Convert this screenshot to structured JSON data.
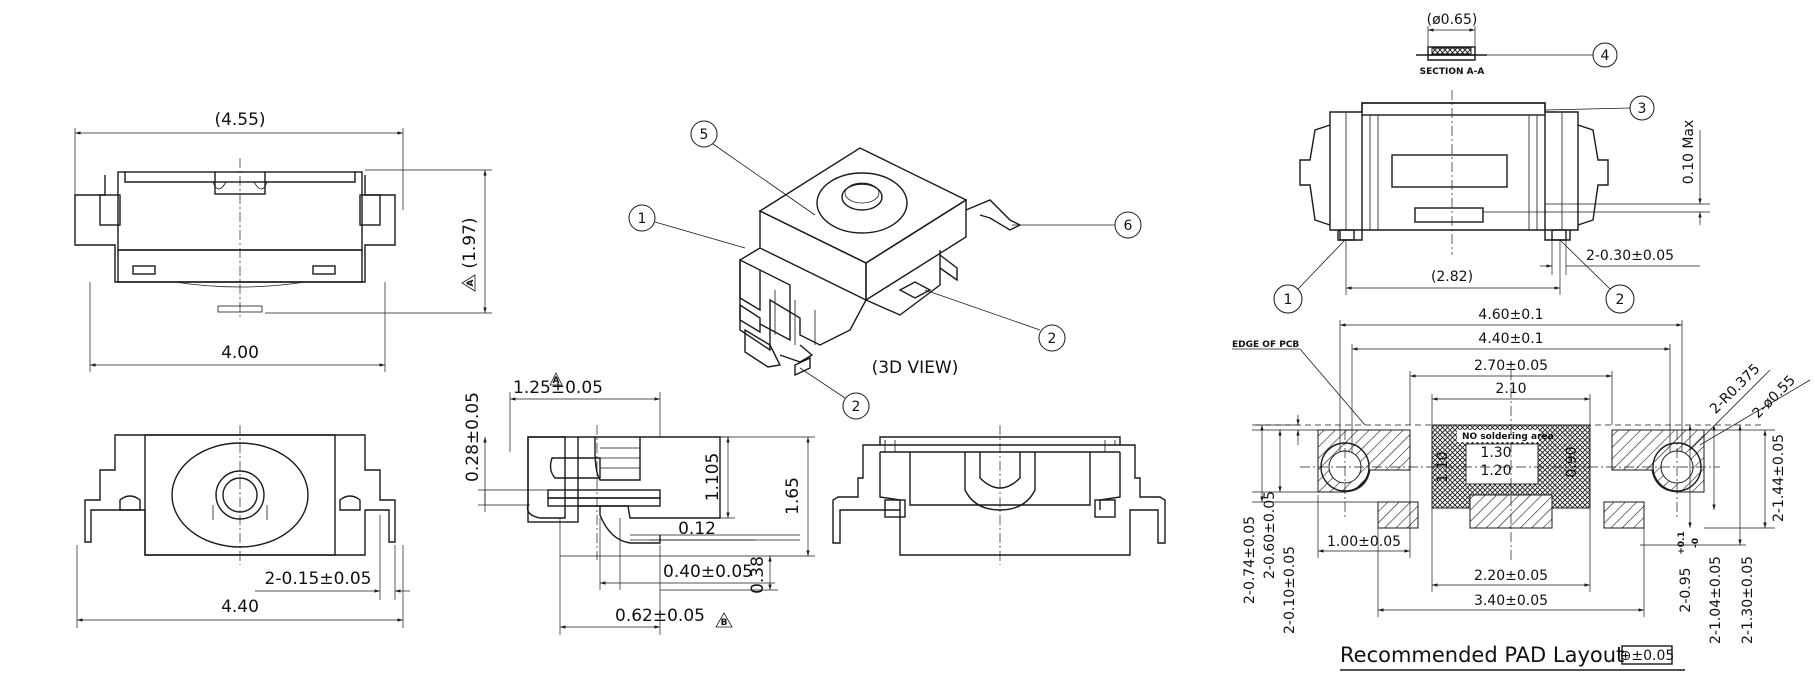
{
  "top_view": {
    "dim_width_ref": "(4.55)",
    "dim_width": "4.00",
    "dim_height_ref": "(1.97)",
    "height_flag": "A"
  },
  "bottom_view": {
    "dim_width": "4.40",
    "dim_terminal": "2-0.15±0.05"
  },
  "view_3d": {
    "label": "(3D VIEW)",
    "callouts": [
      "1",
      "5",
      "6",
      "2",
      "2"
    ]
  },
  "side_view": {
    "dim_125": "1.25±0.05",
    "dim_028": "0.28±0.05",
    "dim_1105": "1.105",
    "dim_165": "1.65",
    "dim_012": "0.12",
    "dim_040": "0.40±0.05",
    "dim_038": "0.38",
    "dim_062": "0.62±0.05",
    "flag_top": "A",
    "flag_bottom": "B"
  },
  "section": {
    "dim_dia": "(ø0.65)",
    "label": "SECTION A-A",
    "callouts": [
      "4",
      "3",
      "1",
      "2"
    ],
    "dim_max": "0.10 Max",
    "dim_282": "(2.82)",
    "dim_030": "2-0.30±0.05"
  },
  "pad_layout": {
    "edge_label": "EDGE OF PCB",
    "dim_460": "4.60±0.1",
    "dim_440": "4.40±0.1",
    "dim_270": "2.70±0.05",
    "dim_210": "2.10",
    "no_solder": "NO soldering area",
    "dim_130": "1.30",
    "dim_120": "1.20",
    "dim_110": "1.10",
    "dim_090": "0.90",
    "dim_r0375": "2-R0.375",
    "dim_d055": "2-ø0.55",
    "dim_100": "1.00±0.05",
    "dim_220": "2.20±0.05",
    "dim_340": "3.40±0.05",
    "dim_074": "2-0.74±0.05",
    "dim_060": "2-0.60±0.05",
    "dim_010": "2-0.10±0.05",
    "dim_144": "2-1.44±0.05",
    "dim_095": "2-0.95",
    "dim_095_tol_upper": "+0.1",
    "dim_095_tol_lower": "-0",
    "dim_104": "2-1.04±0.05",
    "dim_130b": "2-1.30±0.05",
    "title": "Recommended PAD Layout",
    "tolerance_box": "⊕±0.05"
  }
}
